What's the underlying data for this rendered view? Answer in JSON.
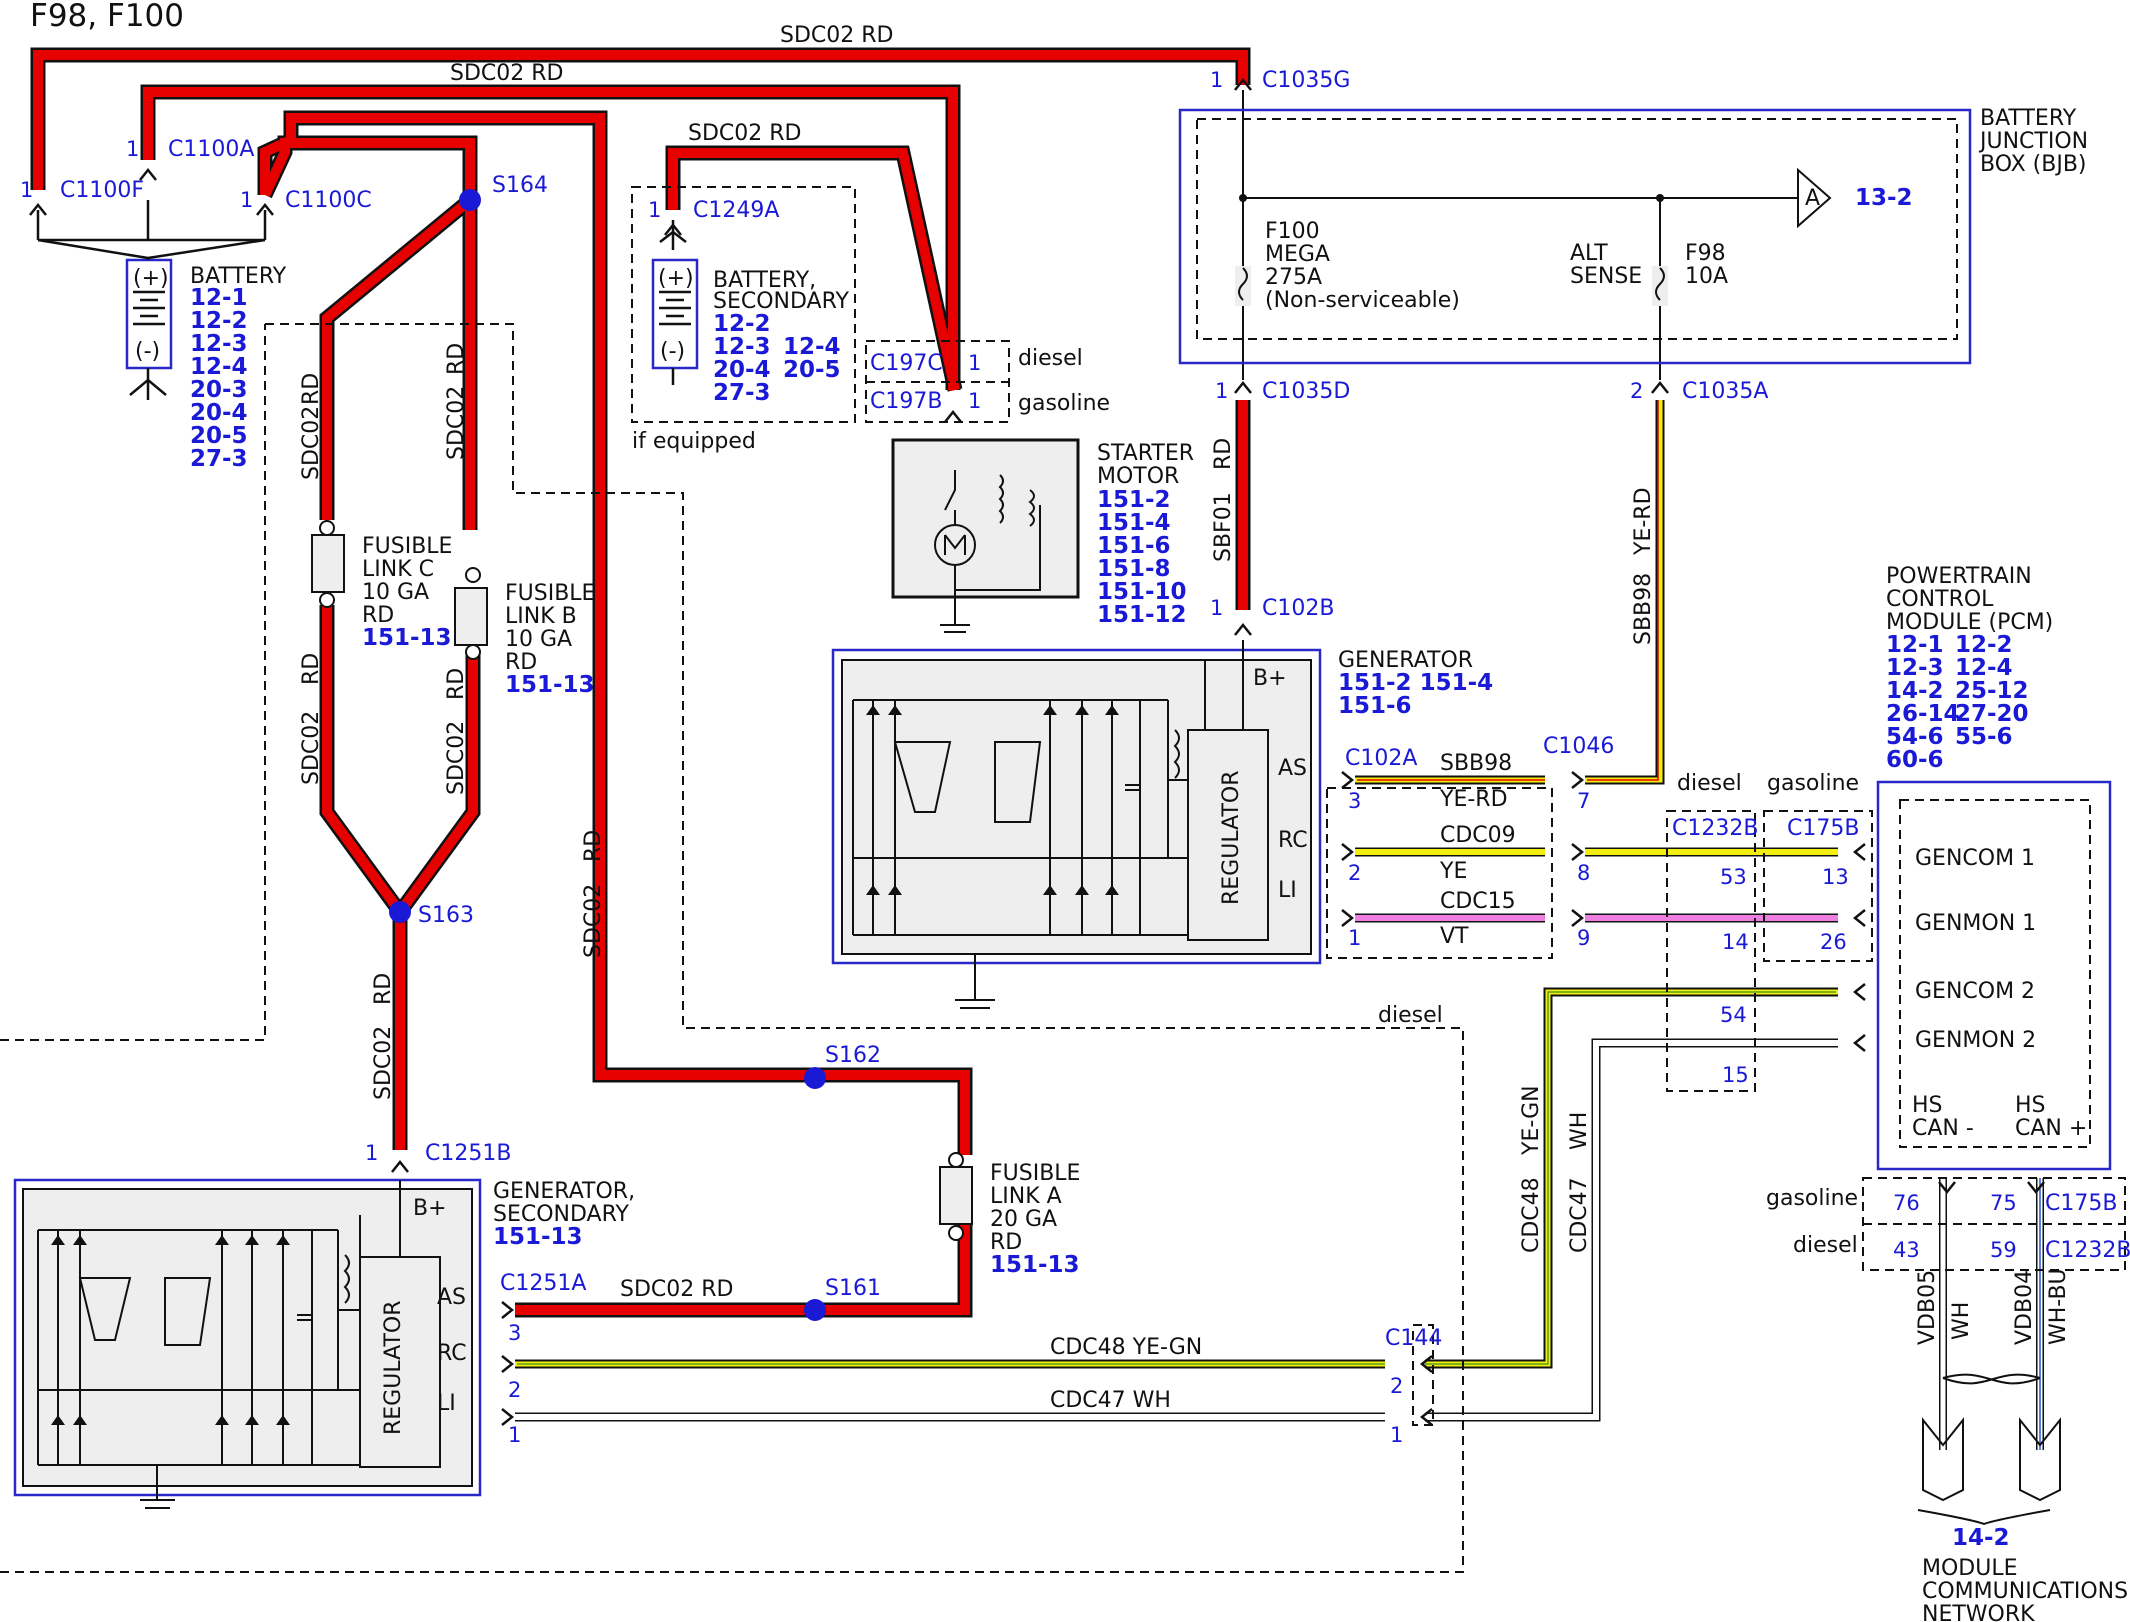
{
  "title": "F98, F100",
  "wires": {
    "sdc02_rd_top1": "SDC02   RD",
    "sdc02_rd_top2": "SDC02   RD",
    "sdc02_rd_sec": "SDC02   RD",
    "sdc02_rd_bot": "SDC02   RD",
    "sdc02_v1": "SDC02",
    "sdc02_v2": "SDC02",
    "sdc02_v3": "SDC02",
    "sdc02_v4": "SDC02",
    "sdc02_v5": "SDC02",
    "sdc02_v6": "SDC02",
    "rd": "RD",
    "sbf01": "SBF01",
    "sbb98": "SBB98",
    "ye_rd": "YE-RD",
    "sbb98_h": "SBB98",
    "ye_rd_h": "YE-RD",
    "cdc09": "CDC09",
    "ye": "YE",
    "cdc15": "CDC15",
    "vt": "VT",
    "cdc48": "CDC48",
    "ye_gn": "YE-GN",
    "cdc47": "CDC47",
    "wh": "WH",
    "cdc48_h": "CDC48   YE-GN",
    "cdc47_h": "CDC47   WH",
    "vdb05": "VDB05",
    "vdb04": "VDB04",
    "wh_bu": "WH-BU"
  },
  "connectors": {
    "c1035g": "C1035G",
    "c1100a": "C1100A",
    "c1100f": "C1100F",
    "c1100c": "C1100C",
    "c1249a": "C1249A",
    "c197c": "C197C",
    "c197b": "C197B",
    "c1035d": "C1035D",
    "c1035a": "C1035A",
    "c102b": "C102B",
    "c102a": "C102A",
    "c1046": "C1046",
    "c1232b": "C1232B",
    "c175b": "C175B",
    "c1251b": "C1251B",
    "c1251a": "C1251A",
    "c144": "C144",
    "c175b_2": "C175B",
    "c1232b_2": "C1232B",
    "s164": "S164",
    "s163": "S163",
    "s162": "S162",
    "s161": "S161"
  },
  "pins": [
    "1",
    "1",
    "1",
    "1",
    "1",
    "1",
    "1",
    "1",
    "2",
    "1",
    "3",
    "2",
    "1",
    "7",
    "8",
    "9",
    "53",
    "14",
    "13",
    "26",
    "54",
    "15",
    "3",
    "2",
    "1",
    "2",
    "1",
    "76",
    "75",
    "43",
    "59",
    "1"
  ],
  "labels": {
    "battery": "BATTERY",
    "battery_sec": [
      "BATTERY,",
      "SECONDARY"
    ],
    "if_equipped": "if equipped",
    "diesel": "diesel",
    "gasoline": "gasoline",
    "starter": [
      "STARTER",
      "MOTOR"
    ],
    "bjb": [
      "BATTERY",
      "JUNCTION",
      "BOX (BJB)"
    ],
    "f100": [
      "F100",
      "MEGA",
      "275A",
      "(Non-serviceable)"
    ],
    "alt_sense": [
      "ALT",
      "SENSE"
    ],
    "f98": [
      "F98",
      "10A"
    ],
    "fusible_c": [
      "FUSIBLE",
      "LINK C",
      "10 GA",
      "RD"
    ],
    "fusible_b": [
      "FUSIBLE",
      "LINK B",
      "10 GA",
      "RD"
    ],
    "fusible_a": [
      "FUSIBLE",
      "LINK A",
      "20 GA",
      "RD"
    ],
    "generator": "GENERATOR",
    "generator_sec": [
      "GENERATOR,",
      "SECONDARY"
    ],
    "regulator": "REGULATOR",
    "b_plus": "B+",
    "as": "AS",
    "rc": "RC",
    "li": "LI",
    "pcm": [
      "POWERTRAIN",
      "CONTROL",
      "MODULE (PCM)"
    ],
    "gencom1": "GENCOM 1",
    "genmon1": "GENMON 1",
    "gencom2": "GENCOM 2",
    "genmon2": "GENMON 2",
    "hs_can_minus": [
      "HS",
      "CAN -"
    ],
    "hs_can_plus": [
      "HS",
      "CAN +"
    ],
    "mcn": [
      "MODULE",
      "COMMUNICATIONS",
      "NETWORK"
    ],
    "plus": "(+)",
    "minus": "(-)",
    "arrow_a": "A"
  },
  "refs": {
    "battery": [
      "12-1",
      "12-2",
      "12-3",
      "12-4",
      "20-3",
      "20-4",
      "20-5",
      "27-3"
    ],
    "battery_sec_col1": [
      "12-2",
      "12-3",
      "20-4",
      "27-3"
    ],
    "battery_sec_col2": [
      "12-4",
      "20-5"
    ],
    "starter": [
      "151-2",
      "151-4",
      "151-6",
      "151-8",
      "151-10",
      "151-12"
    ],
    "bjb_a": "13-2",
    "fusible": "151-13",
    "generator": [
      "151-2 151-4",
      "151-6"
    ],
    "generator_sec": "151-13",
    "pcm": [
      "12-1",
      "12-2",
      "12-3",
      "12-4",
      "14-2",
      "25-12",
      "26-14",
      "27-20",
      "54-6",
      "55-6",
      "60-6"
    ],
    "mcn": "14-2"
  },
  "colors": {
    "rd": "#e60000",
    "ye": "#f2ef10",
    "vt": "#f07ee0",
    "gn": "#5aa018",
    "wh": "#ffffff",
    "bu": "#2255dd",
    "splice": "#1a1ad6",
    "module": "#2828c8"
  }
}
